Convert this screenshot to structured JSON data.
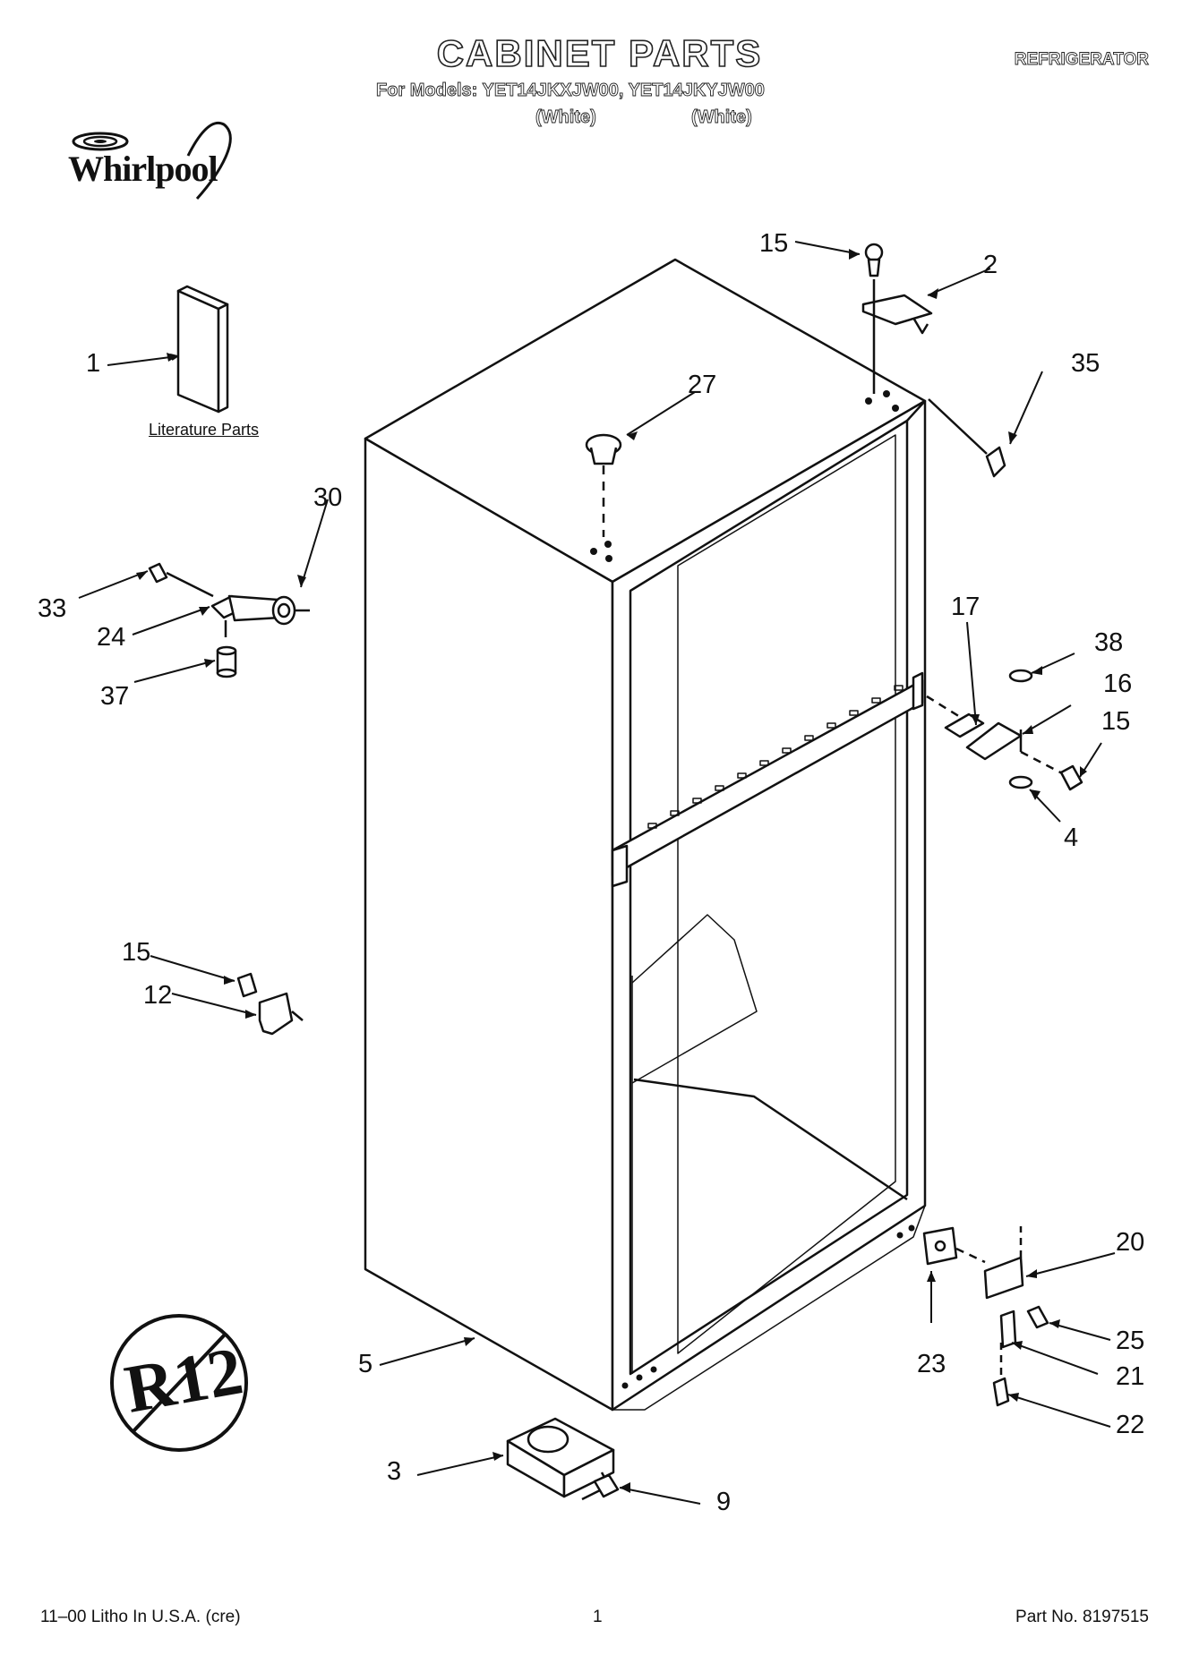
{
  "header": {
    "title": "CABINET PARTS",
    "category": "REFRIGERATOR",
    "models_line": "For Models: YET14JKXJW00, YET14JKYJW00",
    "model_colors": [
      "(White)",
      "(White)"
    ],
    "brand": "Whirlpool"
  },
  "diagram": {
    "literature_label": "Literature Parts",
    "r12_label": "R12",
    "callouts": [
      "1",
      "2",
      "3",
      "4",
      "5",
      "9",
      "12",
      "15",
      "15",
      "15",
      "16",
      "17",
      "20",
      "21",
      "22",
      "23",
      "24",
      "25",
      "27",
      "30",
      "33",
      "35",
      "37",
      "38"
    ]
  },
  "footer": {
    "litho": "11–00 Litho In U.S.A. (cre)",
    "page": "1",
    "part_no": "Part No. 8197515"
  }
}
